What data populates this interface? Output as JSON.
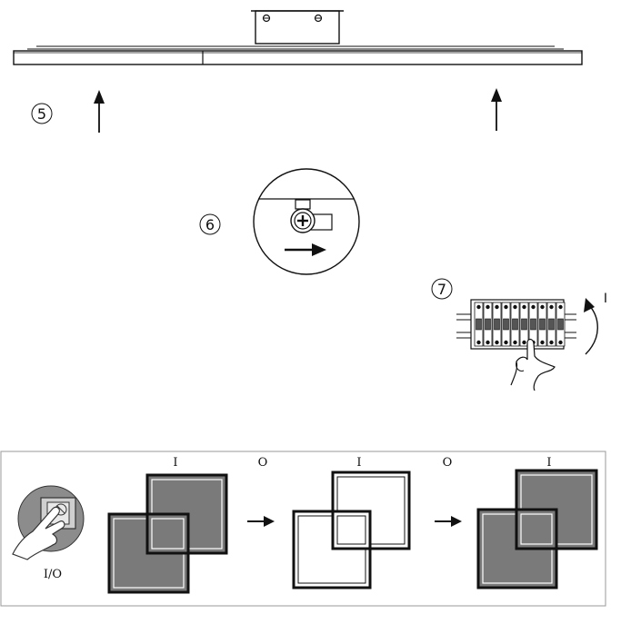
{
  "steps": {
    "step5": {
      "label": "5"
    },
    "step6": {
      "label": "6"
    },
    "step7": {
      "label": "7",
      "switch_label": "I"
    }
  },
  "switch_sequence": {
    "button_label": "I/O",
    "states": [
      "I",
      "O",
      "I",
      "O",
      "I"
    ]
  },
  "colors": {
    "line": "#111111",
    "panel_fill": "#7a7a7a",
    "button_disc": "#8c8c8c",
    "border_gray": "#9a9a9a"
  }
}
